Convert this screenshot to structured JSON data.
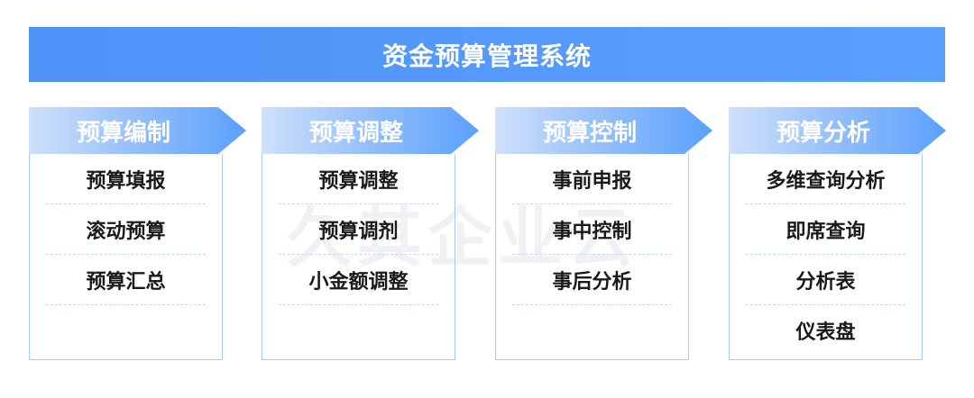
{
  "title": "资金预算管理系统",
  "watermark": "久其企业云",
  "columns": [
    {
      "header": "预算编制",
      "items": [
        "预算填报",
        "滚动预算",
        "预算汇总"
      ]
    },
    {
      "header": "预算调整",
      "items": [
        "预算调整",
        "预算调剂",
        "小金额调整"
      ]
    },
    {
      "header": "预算控制",
      "items": [
        "事前申报",
        "事中控制",
        "事后分析"
      ]
    },
    {
      "header": "预算分析",
      "items": [
        "多维查询分析",
        "即席查询",
        "分析表",
        "仪表盘"
      ]
    }
  ],
  "colors": {
    "title_bg": "#5aa0ff",
    "header_gradient_start": "#cfe0fb",
    "header_gradient_end": "#5aa0ff",
    "box_border": "#a8c9f5",
    "item_text": "#1a1a1a"
  }
}
